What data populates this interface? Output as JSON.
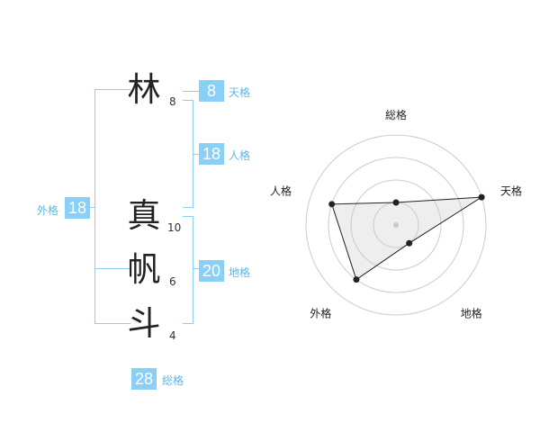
{
  "name_chars": [
    {
      "char": "林",
      "strokes": "8"
    },
    {
      "char": "真",
      "strokes": "10"
    },
    {
      "char": "帆",
      "strokes": "6"
    },
    {
      "char": "斗",
      "strokes": "4"
    }
  ],
  "kakusu": {
    "tenkaku": {
      "label": "天格",
      "value": "8"
    },
    "jinkaku": {
      "label": "人格",
      "value": "18"
    },
    "chikaku": {
      "label": "地格",
      "value": "20"
    },
    "gaikaku": {
      "label": "外格",
      "value": "18"
    },
    "soukaku": {
      "label": "総格",
      "value": "28"
    }
  },
  "colors": {
    "accent": "#89cff6",
    "accent_text": "#5fb6e3"
  },
  "chart_data": {
    "type": "radar",
    "axes": [
      "総格",
      "天格",
      "地格",
      "外格",
      "人格"
    ],
    "rings": 4,
    "values": [
      1,
      4,
      1,
      3,
      3
    ],
    "max": 4
  }
}
